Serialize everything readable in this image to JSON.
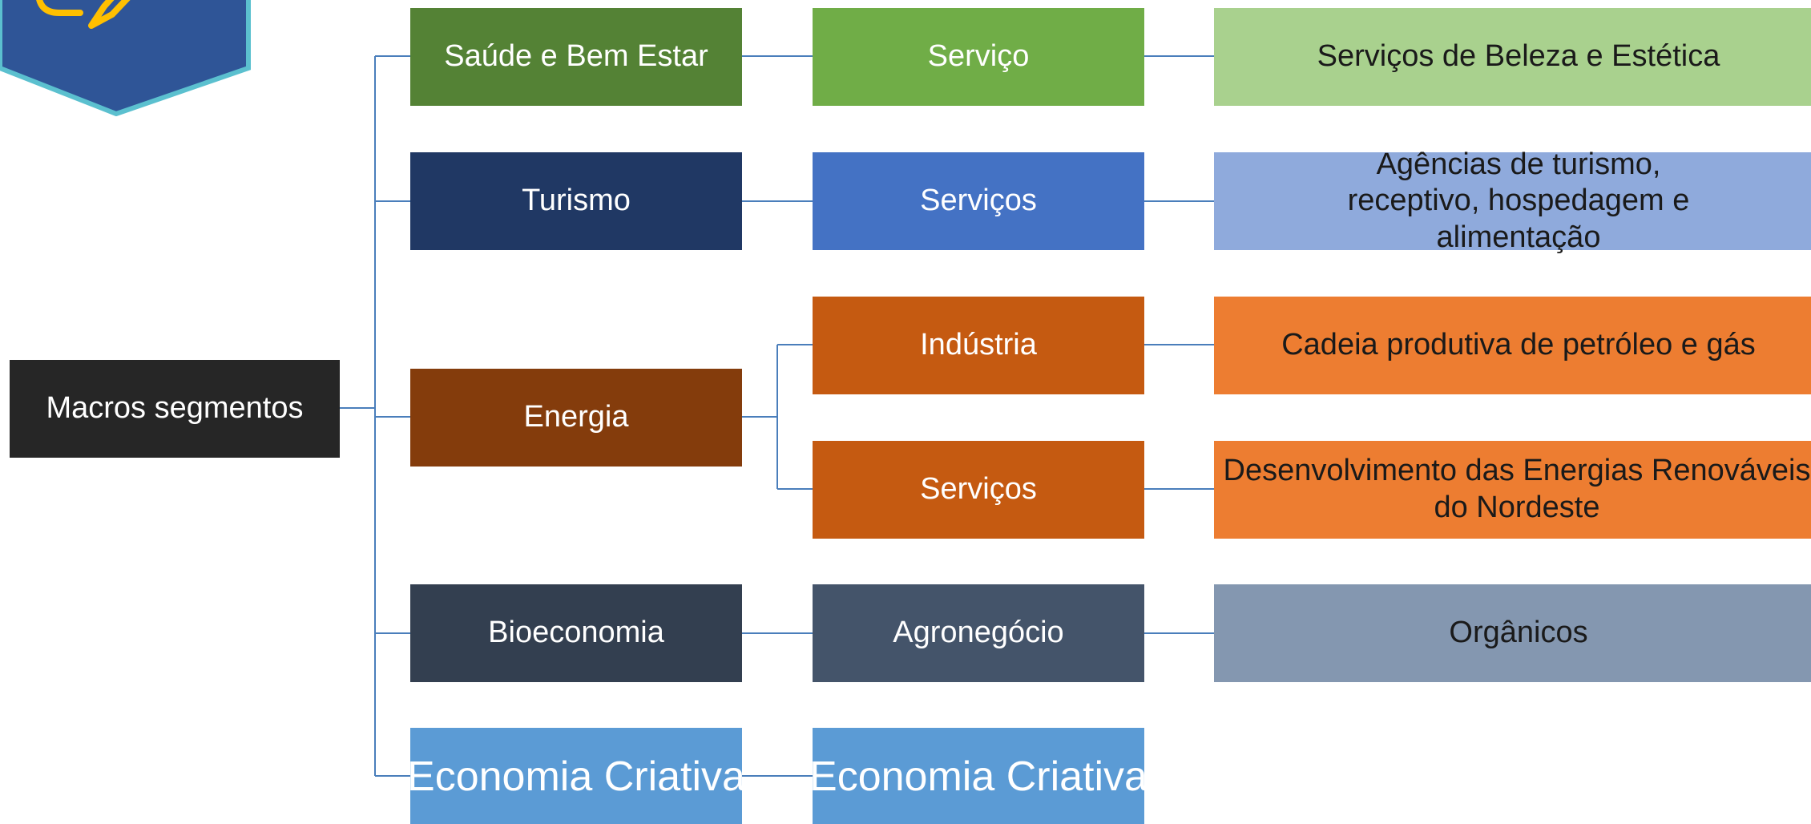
{
  "root": {
    "label": "Macros segmentos",
    "color": "#262626"
  },
  "segments": [
    {
      "label": "Saúde e Bem Estar",
      "color": "#548235",
      "branches": [
        {
          "label": "Serviço",
          "color": "#70AD47",
          "leaf": {
            "label": "Serviços de Beleza e Estética",
            "color": "#A9D18E"
          }
        }
      ]
    },
    {
      "label": "Turismo",
      "color": "#203864",
      "branches": [
        {
          "label": "Serviços",
          "color": "#4472C4",
          "leaf": {
            "label": "Agências de turismo, receptivo, hospedagem e alimentação",
            "color": "#8FAADC"
          }
        }
      ]
    },
    {
      "label": "Energia",
      "color": "#843C0C",
      "branches": [
        {
          "label": "Indústria",
          "color": "#C55A11",
          "leaf": {
            "label": "Cadeia produtiva de petróleo e gás",
            "color": "#ED7D31"
          }
        },
        {
          "label": "Serviços",
          "color": "#C55A11",
          "leaf": {
            "label": "Desenvolvimento das Energias Renováveis do Nordeste",
            "color": "#ED7D31"
          }
        }
      ]
    },
    {
      "label": "Bioeconomia",
      "color": "#333F50",
      "branches": [
        {
          "label": "Agronegócio",
          "color": "#44546A",
          "leaf": {
            "label": "Orgânicos",
            "color": "#8497B0"
          }
        }
      ]
    },
    {
      "label": "Economia Criativa",
      "color": "#5B9BD5",
      "branches": [
        {
          "label": "Economia Criativa",
          "color": "#5B9BD5"
        }
      ]
    }
  ],
  "connector_color": "#4A7EBB",
  "logo": {
    "icon": "edit-pencil-icon",
    "fill": "#2F5597",
    "border": "#5BC0CF",
    "accent": "#FFC000"
  }
}
